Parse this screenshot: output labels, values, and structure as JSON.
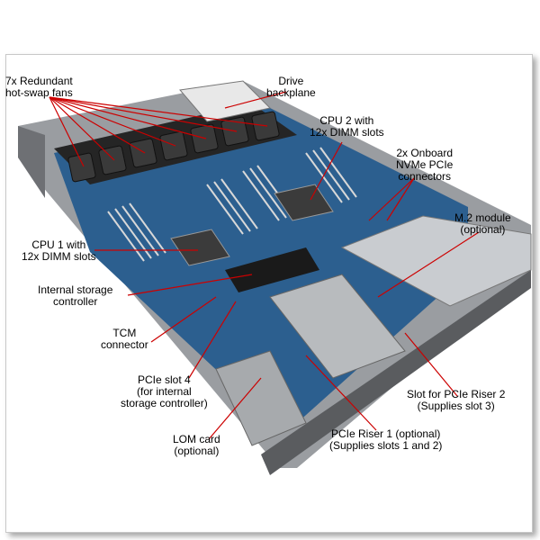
{
  "colors": {
    "leader": "#cc0000",
    "board": "#2c5f8f",
    "chassis": "#8a8d91",
    "fan": "#1e1e1e"
  },
  "labels": {
    "fans": [
      "7x Redundant",
      "hot-swap fans"
    ],
    "backplane": [
      "Drive",
      "backplane"
    ],
    "cpu2": [
      "CPU 2 with",
      "12x DIMM slots"
    ],
    "nvme": [
      "2x Onboard",
      "NVMe PCIe",
      "connectors"
    ],
    "m2": [
      "M.2 module",
      "(optional)"
    ],
    "cpu1": [
      "CPU 1 with",
      "12x DIMM slots"
    ],
    "storage": [
      "Internal storage",
      "controller"
    ],
    "tcm": [
      "TCM",
      "connector"
    ],
    "pcie4": [
      "PCIe slot 4",
      "(for internal",
      "storage controller)"
    ],
    "riser2": [
      "Slot for PCIe Riser 2",
      "(Supplies slot 3)"
    ],
    "lom": [
      "LOM card",
      "(optional)"
    ],
    "riser1": [
      "PCIe Riser 1 (optional)",
      "(Supplies slots 1 and 2)"
    ]
  }
}
